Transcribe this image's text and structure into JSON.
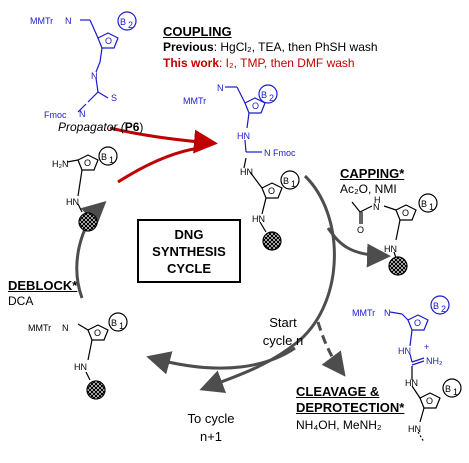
{
  "cycle_box": {
    "line1": "DNG",
    "line2": "SYNTHESIS",
    "line3": "CYCLE"
  },
  "coupling": {
    "title": "COUPLING",
    "previous_label": "Previous",
    "previous_text": ": HgCl₂, TEA, then PhSH wash",
    "this_work_label": "This work",
    "this_work_text": ": I₂, TMP, then DMF wash"
  },
  "propagator": {
    "label": "Propagator (",
    "id": "P6",
    "close": ")"
  },
  "capping": {
    "title": "CAPPING*",
    "reagents": "Ac₂O, NMI"
  },
  "deblock": {
    "title": "DEBLOCK*",
    "reagents": "DCA"
  },
  "start": {
    "line1": "Start",
    "line2": "cycle n"
  },
  "to_cycle": {
    "line1": "To cycle",
    "line2": "n+1"
  },
  "cleavage": {
    "title1": "CLEAVAGE &",
    "title2": "DEPROTECTION*",
    "reagents": "NH₄OH, MeNH₂"
  },
  "atoms": {
    "mmtr": "MMTr",
    "nh": "N",
    "h": "H",
    "hn": "HN",
    "h2n": "H₂N",
    "o": "O",
    "s": "S",
    "fmoc": "Fmoc",
    "b1": "B",
    "b1_sub": "1",
    "b2": "B",
    "b2_sub": "2",
    "nh2plus": "NH₂",
    "plus": "+"
  },
  "colors": {
    "blue": "#1a1acc",
    "red": "#c00000",
    "grey": "#4d4d4d"
  }
}
